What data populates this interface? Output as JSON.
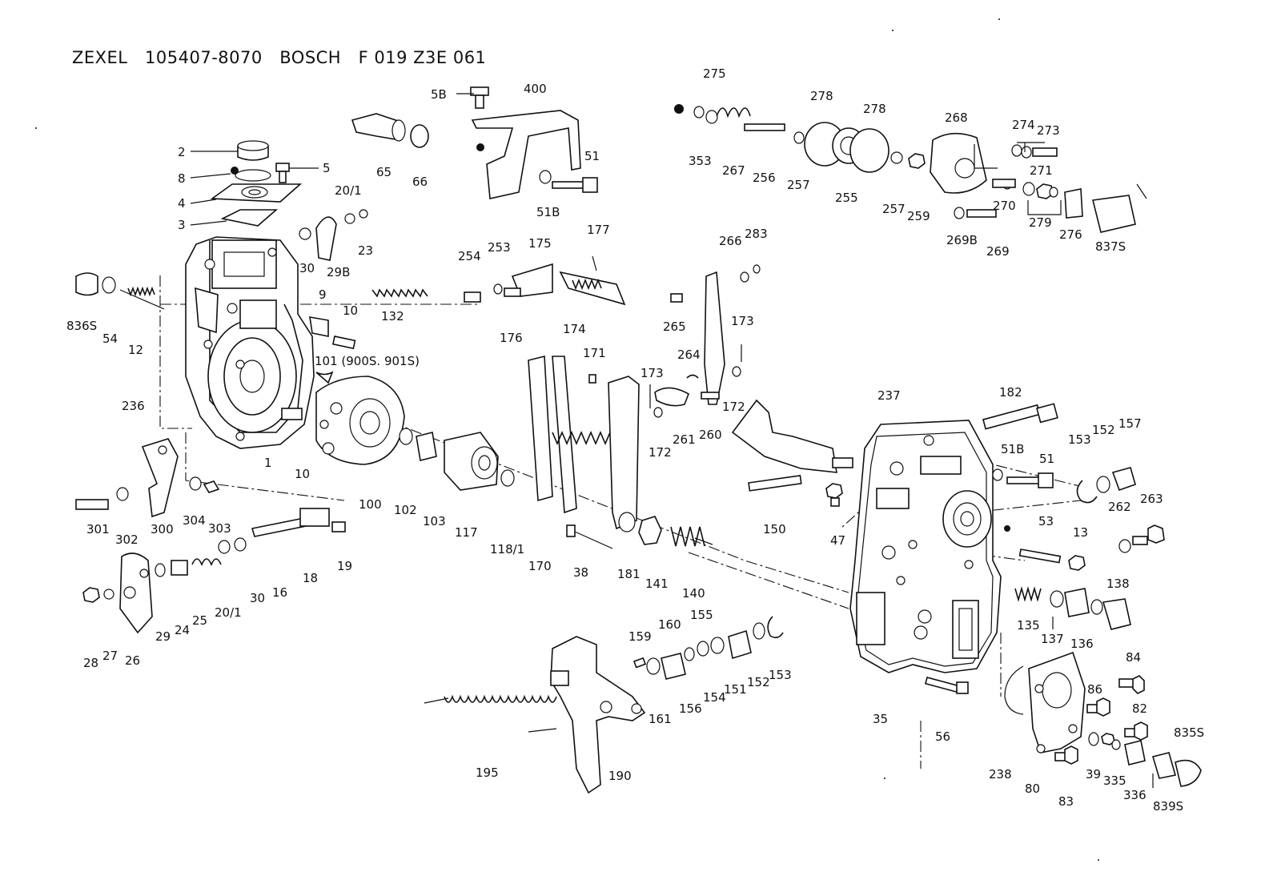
{
  "header": {
    "text": "ZEXEL   105407-8070   BOSCH   F 019 Z3E 061"
  },
  "parts": [
    {
      "id": "2",
      "label": "2"
    },
    {
      "id": "5",
      "label": "5"
    },
    {
      "id": "8",
      "label": "8"
    },
    {
      "id": "4",
      "label": "4"
    },
    {
      "id": "3",
      "label": "3"
    },
    {
      "id": "20/1a",
      "label": "20/1"
    },
    {
      "id": "23",
      "label": "23"
    },
    {
      "id": "30a",
      "label": "30"
    },
    {
      "id": "29B",
      "label": "29B"
    },
    {
      "id": "836S",
      "label": "836S"
    },
    {
      "id": "54",
      "label": "54"
    },
    {
      "id": "12",
      "label": "12"
    },
    {
      "id": "9",
      "label": "9"
    },
    {
      "id": "10a",
      "label": "10"
    },
    {
      "id": "132",
      "label": "132"
    },
    {
      "id": "101",
      "label": "101 (900S. 901S)"
    },
    {
      "id": "236",
      "label": "236"
    },
    {
      "id": "1",
      "label": "1"
    },
    {
      "id": "10b",
      "label": "10"
    },
    {
      "id": "100",
      "label": "100"
    },
    {
      "id": "301",
      "label": "301"
    },
    {
      "id": "302",
      "label": "302"
    },
    {
      "id": "300",
      "label": "300"
    },
    {
      "id": "304",
      "label": "304"
    },
    {
      "id": "303",
      "label": "303"
    },
    {
      "id": "19",
      "label": "19"
    },
    {
      "id": "18",
      "label": "18"
    },
    {
      "id": "16",
      "label": "16"
    },
    {
      "id": "30b",
      "label": "30"
    },
    {
      "id": "20/1b",
      "label": "20/1"
    },
    {
      "id": "25",
      "label": "25"
    },
    {
      "id": "24",
      "label": "24"
    },
    {
      "id": "29",
      "label": "29"
    },
    {
      "id": "28",
      "label": "28"
    },
    {
      "id": "27",
      "label": "27"
    },
    {
      "id": "26",
      "label": "26"
    },
    {
      "id": "65",
      "label": "65"
    },
    {
      "id": "66",
      "label": "66"
    },
    {
      "id": "5B",
      "label": "5B"
    },
    {
      "id": "400",
      "label": "400"
    },
    {
      "id": "51a",
      "label": "51"
    },
    {
      "id": "51Ba",
      "label": "51B"
    },
    {
      "id": "254",
      "label": "254"
    },
    {
      "id": "253",
      "label": "253"
    },
    {
      "id": "175",
      "label": "175"
    },
    {
      "id": "177",
      "label": "177"
    },
    {
      "id": "176",
      "label": "176"
    },
    {
      "id": "174",
      "label": "174"
    },
    {
      "id": "171",
      "label": "171"
    },
    {
      "id": "102",
      "label": "102"
    },
    {
      "id": "103",
      "label": "103"
    },
    {
      "id": "117",
      "label": "117"
    },
    {
      "id": "118/1",
      "label": "118/1"
    },
    {
      "id": "170",
      "label": "170"
    },
    {
      "id": "173a",
      "label": "173"
    },
    {
      "id": "172a",
      "label": "172"
    },
    {
      "id": "38",
      "label": "38"
    },
    {
      "id": "181",
      "label": "181"
    },
    {
      "id": "141",
      "label": "141"
    },
    {
      "id": "140",
      "label": "140"
    },
    {
      "id": "275",
      "label": "275"
    },
    {
      "id": "353",
      "label": "353"
    },
    {
      "id": "267",
      "label": "267"
    },
    {
      "id": "256",
      "label": "256"
    },
    {
      "id": "257a",
      "label": "257"
    },
    {
      "id": "278a",
      "label": "278"
    },
    {
      "id": "255",
      "label": "255"
    },
    {
      "id": "278b",
      "label": "278"
    },
    {
      "id": "257b",
      "label": "257"
    },
    {
      "id": "259",
      "label": "259"
    },
    {
      "id": "268",
      "label": "268"
    },
    {
      "id": "274",
      "label": "274"
    },
    {
      "id": "273",
      "label": "273"
    },
    {
      "id": "271",
      "label": "271"
    },
    {
      "id": "270",
      "label": "270"
    },
    {
      "id": "279",
      "label": "279"
    },
    {
      "id": "276",
      "label": "276"
    },
    {
      "id": "837S",
      "label": "837S"
    },
    {
      "id": "269B",
      "label": "269B"
    },
    {
      "id": "269",
      "label": "269"
    },
    {
      "id": "266",
      "label": "266"
    },
    {
      "id": "283",
      "label": "283"
    },
    {
      "id": "265",
      "label": "265"
    },
    {
      "id": "173b",
      "label": "173"
    },
    {
      "id": "264",
      "label": "264"
    },
    {
      "id": "172b",
      "label": "172"
    },
    {
      "id": "261",
      "label": "261"
    },
    {
      "id": "260",
      "label": "260"
    },
    {
      "id": "150",
      "label": "150"
    },
    {
      "id": "237",
      "label": "237"
    },
    {
      "id": "182",
      "label": "182"
    },
    {
      "id": "51Bb",
      "label": "51B"
    },
    {
      "id": "51b",
      "label": "51"
    },
    {
      "id": "153a",
      "label": "153"
    },
    {
      "id": "152a",
      "label": "152"
    },
    {
      "id": "157",
      "label": "157"
    },
    {
      "id": "47",
      "label": "47"
    },
    {
      "id": "53",
      "label": "53"
    },
    {
      "id": "262",
      "label": "262"
    },
    {
      "id": "263",
      "label": "263"
    },
    {
      "id": "13",
      "label": "13"
    },
    {
      "id": "138",
      "label": "138"
    },
    {
      "id": "135",
      "label": "135"
    },
    {
      "id": "137",
      "label": "137"
    },
    {
      "id": "136",
      "label": "136"
    },
    {
      "id": "159",
      "label": "159"
    },
    {
      "id": "160",
      "label": "160"
    },
    {
      "id": "155",
      "label": "155"
    },
    {
      "id": "161",
      "label": "161"
    },
    {
      "id": "156",
      "label": "156"
    },
    {
      "id": "154",
      "label": "154"
    },
    {
      "id": "151",
      "label": "151"
    },
    {
      "id": "152b",
      "label": "152"
    },
    {
      "id": "153b",
      "label": "153"
    },
    {
      "id": "195",
      "label": "195"
    },
    {
      "id": "190",
      "label": "190"
    },
    {
      "id": "35",
      "label": "35"
    },
    {
      "id": "56",
      "label": "56"
    },
    {
      "id": "84",
      "label": "84"
    },
    {
      "id": "86",
      "label": "86"
    },
    {
      "id": "82",
      "label": "82"
    },
    {
      "id": "835S",
      "label": "835S"
    },
    {
      "id": "238",
      "label": "238"
    },
    {
      "id": "80",
      "label": "80"
    },
    {
      "id": "83",
      "label": "83"
    },
    {
      "id": "39",
      "label": "39"
    },
    {
      "id": "335",
      "label": "335"
    },
    {
      "id": "336",
      "label": "336"
    },
    {
      "id": "839S",
      "label": "839S"
    }
  ]
}
